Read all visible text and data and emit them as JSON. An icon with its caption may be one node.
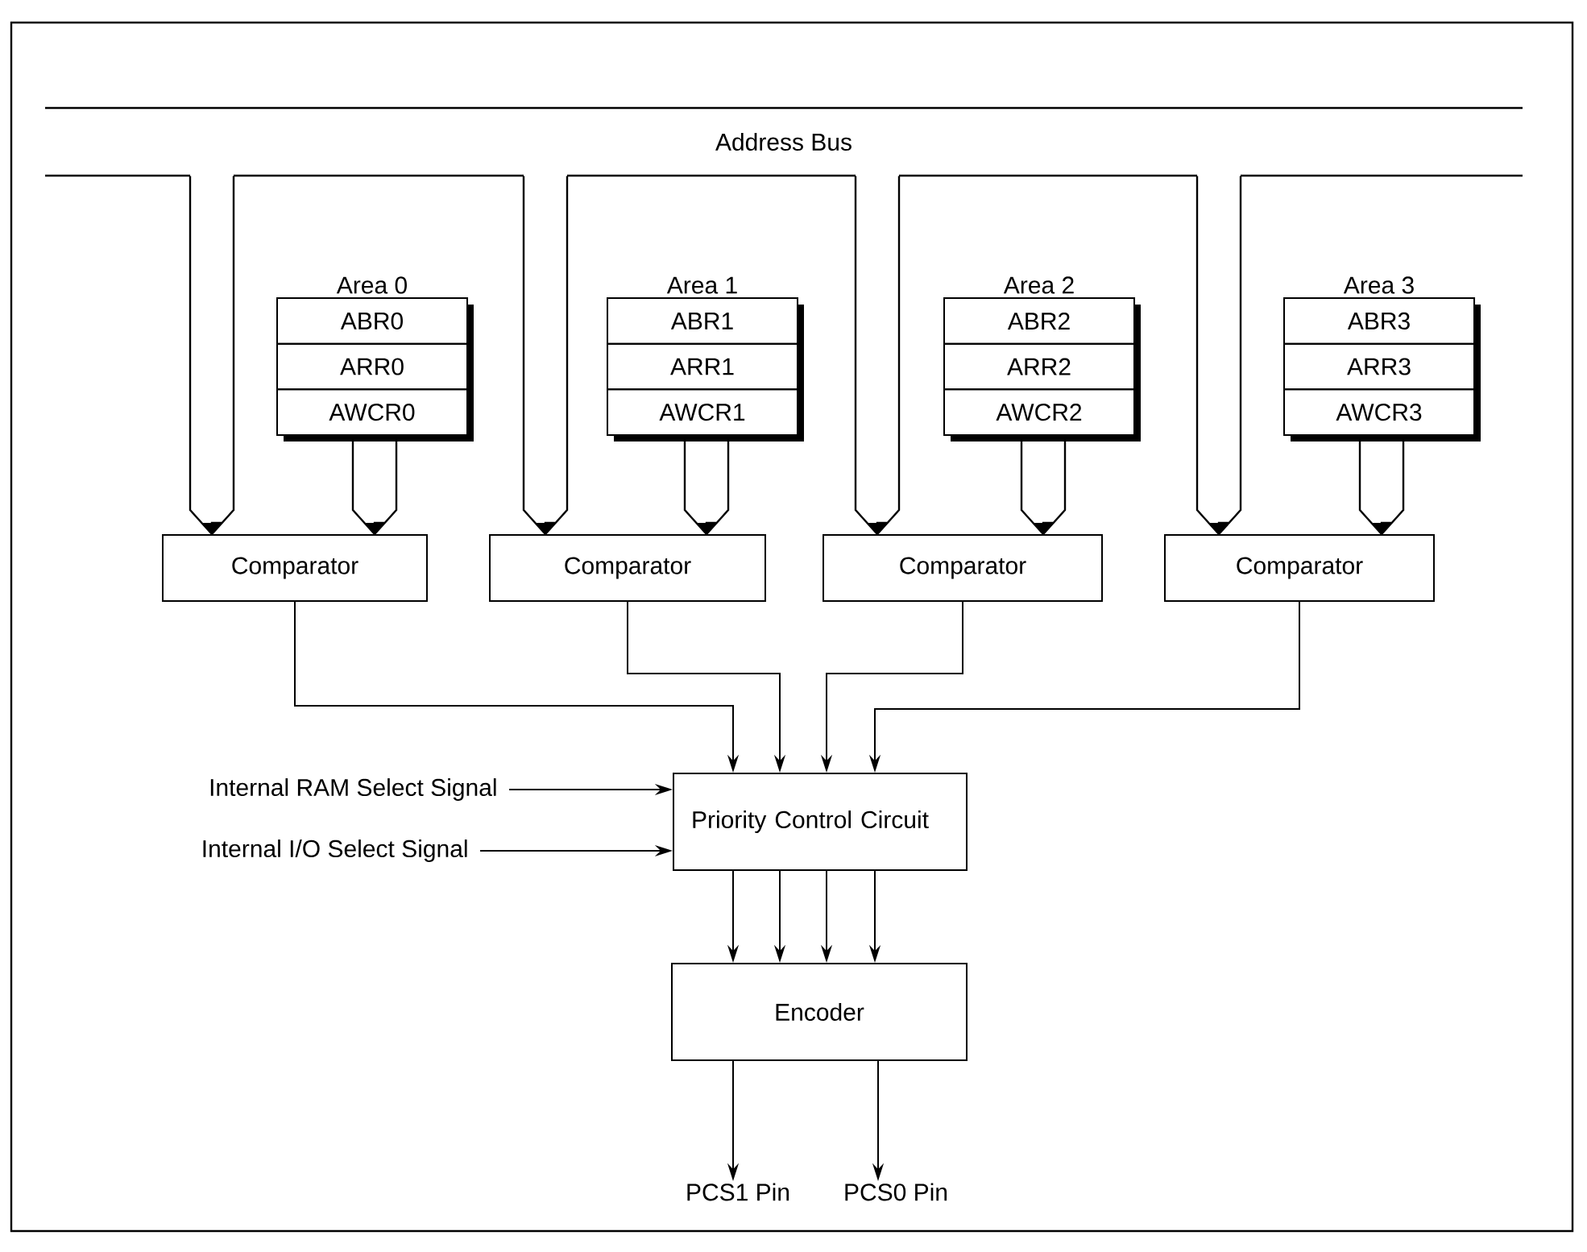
{
  "diagram": {
    "nodes": [
      {
        "text": [
          "Address Bus"
        ]
      },
      {
        "text": [
          "Area 0"
        ]
      },
      {
        "text": [
          "ABR0"
        ],
        "in": 1
      },
      {
        "text": [
          "ARR0"
        ],
        "in": 1
      },
      {
        "text": [
          "AWCR0"
        ],
        "in": 1
      },
      {
        "text": [
          "Area 1"
        ]
      },
      {
        "text": [
          "ABR1"
        ],
        "in": 5
      },
      {
        "text": [
          "ARR1"
        ],
        "in": 5
      },
      {
        "text": [
          "AWCR1"
        ],
        "in": 5
      },
      {
        "text": [
          "Area 2"
        ]
      },
      {
        "text": [
          "ABR2"
        ],
        "in": 9
      },
      {
        "text": [
          "ARR2"
        ],
        "in": 9
      },
      {
        "text": [
          "AWCR2"
        ],
        "in": 9
      },
      {
        "text": [
          "Area 3"
        ]
      },
      {
        "text": [
          "ABR3"
        ],
        "in": 13
      },
      {
        "text": [
          "ARR3"
        ],
        "in": 13
      },
      {
        "text": [
          "AWCR3"
        ],
        "in": 13
      },
      {
        "text": [
          "Comparator"
        ]
      },
      {
        "text": [
          "Comparator"
        ]
      },
      {
        "text": [
          "Comparator"
        ]
      },
      {
        "text": [
          "Comparator"
        ]
      },
      {
        "text": [
          "Priority Control Circuit"
        ]
      },
      {
        "text": [
          "Encoder"
        ]
      },
      {
        "text": [
          "Internal RAM Select Signal"
        ]
      },
      {
        "text": [
          "Internal I/O Select Signal"
        ]
      },
      {
        "text": [
          "PCS1 Pin"
        ]
      },
      {
        "text": [
          "PCS0 Pin"
        ]
      }
    ],
    "edges": [
      {
        "from": 0,
        "to": 17,
        "arrow": "to"
      },
      {
        "from": 4,
        "to": 17,
        "arrow": "to"
      },
      {
        "from": 0,
        "to": 18,
        "arrow": "to"
      },
      {
        "from": 8,
        "to": 18,
        "arrow": "to"
      },
      {
        "from": 0,
        "to": 19,
        "arrow": "to"
      },
      {
        "from": 12,
        "to": 19,
        "arrow": "to"
      },
      {
        "from": 0,
        "to": 20,
        "arrow": "to"
      },
      {
        "from": 16,
        "to": 20,
        "arrow": "to"
      },
      {
        "from": 17,
        "to": 21,
        "arrow": "to"
      },
      {
        "from": 18,
        "to": 21,
        "arrow": "to"
      },
      {
        "from": 19,
        "to": 21,
        "arrow": "to"
      },
      {
        "from": 20,
        "to": 21,
        "arrow": "to"
      },
      {
        "from": 23,
        "to": 21,
        "arrow": "to"
      },
      {
        "from": 24,
        "to": 21,
        "arrow": "to"
      },
      {
        "from": 21,
        "to": 22,
        "arrow": "to"
      },
      {
        "from": 21,
        "to": 22,
        "arrow": "to"
      },
      {
        "from": 21,
        "to": 22,
        "arrow": "to"
      },
      {
        "from": 21,
        "to": 22,
        "arrow": "to"
      },
      {
        "from": 22,
        "to": 25,
        "arrow": "to"
      },
      {
        "from": 22,
        "to": 26,
        "arrow": "to"
      }
    ]
  }
}
